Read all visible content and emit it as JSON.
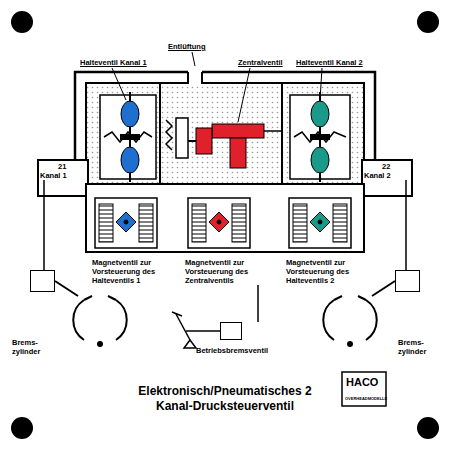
{
  "diagram": {
    "title": "Elektronisch/Pneumatisches 2 Kanal-Drucksteuerventil",
    "nodes": [
      {
        "text": [
          "21",
          "Kanal 1"
        ]
      },
      {
        "text": [
          "22",
          "Kanal 2"
        ]
      },
      {
        "text": [
          "Brems- zylinder"
        ]
      },
      {
        "text": [
          "Brems- zylinder"
        ]
      },
      {
        "text": [
          "Betriebsbremsventil"
        ]
      },
      {
        "text": [
          "Magnetventil zur Vorsteuerung des Halteventils 1"
        ]
      },
      {
        "text": [
          "Magnetventil zur Vorsteuerung des Zentralventils"
        ]
      },
      {
        "text": [
          "Magnetventil zur Vorsteuerung des Halteventils 2"
        ]
      }
    ],
    "edges": [
      {
        "from": 0,
        "to": 2,
        "arrow": "none"
      },
      {
        "from": 1,
        "to": 3,
        "arrow": "none"
      },
      {
        "from": 4,
        "to": 6,
        "arrow": "none"
      }
    ],
    "labels": [
      "Halteventil Kanal 1",
      "Entlüftung",
      "Zentralventil",
      "Halteventil Kanal 2",
      "HACO",
      "OVERHEADMODELLE"
    ]
  }
}
